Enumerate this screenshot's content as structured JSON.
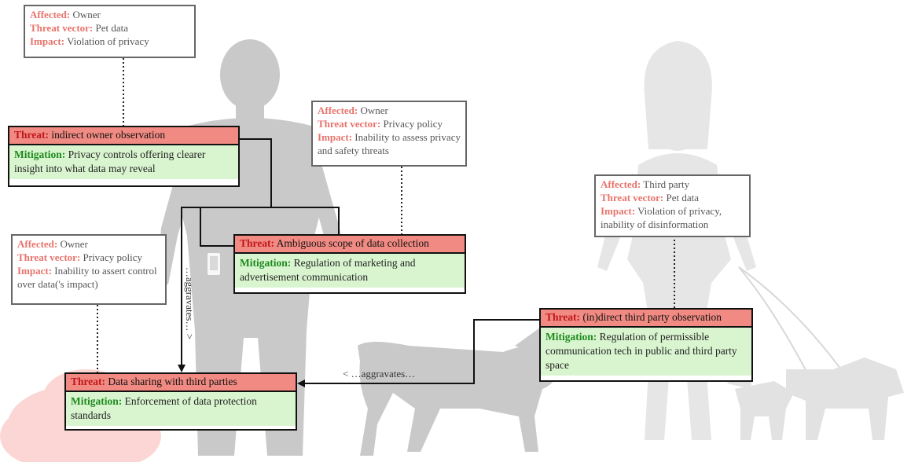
{
  "info_boxes": [
    {
      "affected_label": "Affected:",
      "affected": "Owner",
      "vector_label": "Threat vector:",
      "vector": "Pet data",
      "impact_label": "Impact:",
      "impact": "Violation of privacy"
    },
    {
      "affected_label": "Affected:",
      "affected": "Owner",
      "vector_label": "Threat vector:",
      "vector": "Privacy policy",
      "impact_label": "Impact:",
      "impact": "Inability to assess privacy and safety threats"
    },
    {
      "affected_label": "Affected:",
      "affected": "Owner",
      "vector_label": "Threat vector:",
      "vector": "Privacy policy",
      "impact_label": "Impact:",
      "impact": "Inability to assert control over data('s impact)"
    },
    {
      "affected_label": "Affected:",
      "affected": "Third party",
      "vector_label": "Threat vector:",
      "vector": "Pet data",
      "impact_label": "Impact:",
      "impact": "Violation of privacy, inability of disinformation"
    }
  ],
  "threats": [
    {
      "threat_label": "Threat:",
      "threat": "indirect owner observation",
      "mitigation_label": "Mitigation:",
      "mitigation": "Privacy controls offering clearer insight into what data may reveal"
    },
    {
      "threat_label": "Threat:",
      "threat": "Ambiguous scope of data collection",
      "mitigation_label": "Mitigation:",
      "mitigation": "Regulation of marketing and advertisement communication"
    },
    {
      "threat_label": "Threat:",
      "threat": "(in)direct third party observation",
      "mitigation_label": "Mitigation:",
      "mitigation": "Regulation of permissible communication tech in public and third party space"
    },
    {
      "threat_label": "Threat:",
      "threat": "Data sharing with third parties",
      "mitigation_label": "Mitigation:",
      "mitigation": "Enforcement of data protection standards"
    }
  ],
  "aggravates": {
    "vertical": "…aggravates… >",
    "horizontal": "< …aggravates…"
  },
  "colors": {
    "threat_header": "#f08a82",
    "threat_label": "#c0161b",
    "mitigation_bg": "#d9f5cf",
    "mitigation_label": "#1f8a1f",
    "info_label": "#e8736b",
    "silhouette_dark": "#c7c7c7",
    "silhouette_light": "#e4e4e4",
    "cloud": "#fbd0cd"
  }
}
